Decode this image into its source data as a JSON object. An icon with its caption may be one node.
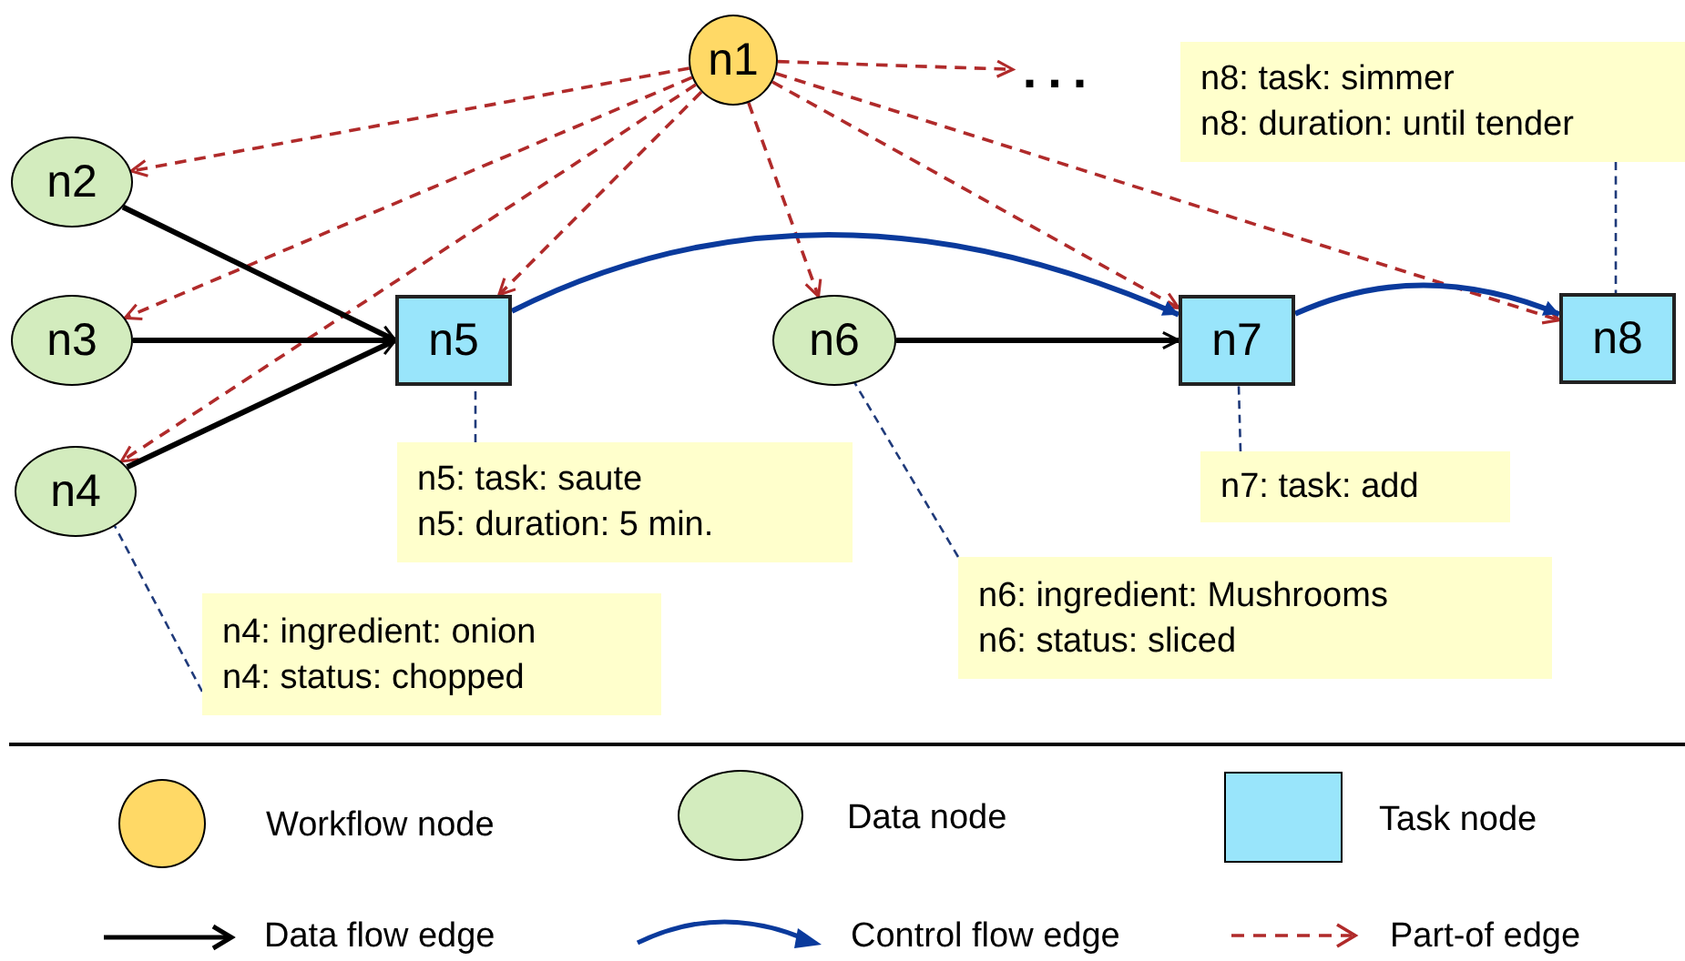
{
  "diagram": {
    "nodes": [
      {
        "text": [
          "n1"
        ]
      },
      {
        "text": [
          "n2"
        ]
      },
      {
        "text": [
          "n3"
        ]
      },
      {
        "text": [
          "n4"
        ]
      },
      {
        "text": [
          "n5"
        ]
      },
      {
        "text": [
          "n6"
        ]
      },
      {
        "text": [
          "n7"
        ]
      },
      {
        "text": [
          "n8"
        ]
      },
      {
        "text": [
          "..."
        ]
      },
      {
        "text": [
          "n8: task: simmer",
          "n8: duration: until tender"
        ]
      },
      {
        "text": [
          "n5: task: saute",
          "n5: duration: 5 min."
        ]
      },
      {
        "text": [
          "n7: task: add"
        ]
      },
      {
        "text": [
          "n4: ingredient: onion",
          "n4: status: chopped"
        ]
      },
      {
        "text": [
          "n6: ingredient: Mushrooms",
          "n6: status: sliced"
        ]
      }
    ],
    "edges": [
      {
        "from": 0,
        "to": 8,
        "arrow": "to",
        "style": "dashed"
      },
      {
        "from": 0,
        "to": 1,
        "arrow": "to",
        "style": "dashed"
      },
      {
        "from": 0,
        "to": 2,
        "arrow": "to",
        "style": "dashed"
      },
      {
        "from": 0,
        "to": 3,
        "arrow": "to",
        "style": "dashed"
      },
      {
        "from": 0,
        "to": 4,
        "arrow": "to",
        "style": "dashed"
      },
      {
        "from": 0,
        "to": 5,
        "arrow": "to",
        "style": "dashed"
      },
      {
        "from": 0,
        "to": 6,
        "arrow": "to",
        "style": "dashed"
      },
      {
        "from": 0,
        "to": 7,
        "arrow": "to",
        "style": "dashed"
      },
      {
        "from": 1,
        "to": 4,
        "arrow": "to",
        "color": "#000000"
      },
      {
        "from": 2,
        "to": 4,
        "arrow": "to",
        "color": "#000000"
      },
      {
        "from": 3,
        "to": 4,
        "arrow": "to",
        "color": "#000000"
      },
      {
        "from": 4,
        "to": 6,
        "arrow": "to",
        "color": "#0a3a9c"
      },
      {
        "from": 5,
        "to": 6,
        "arrow": "to",
        "color": "#000000"
      },
      {
        "from": 6,
        "to": 7,
        "arrow": "to",
        "color": "#0a3a9c"
      },
      {
        "from": 9,
        "to": 7,
        "arrow": "none",
        "style": "dashed",
        "color": "#1f3a7a"
      },
      {
        "from": 10,
        "to": 4,
        "arrow": "none",
        "style": "dashed",
        "color": "#1f3a7a"
      },
      {
        "from": 11,
        "to": 6,
        "arrow": "none",
        "style": "dashed",
        "color": "#1f3a7a"
      },
      {
        "from": 12,
        "to": 3,
        "arrow": "none",
        "style": "dashed",
        "color": "#1f3a7a"
      },
      {
        "from": 13,
        "to": 5,
        "arrow": "none",
        "style": "dashed",
        "color": "#1f3a7a"
      }
    ],
    "legend": [
      {
        "text": "Workflow node",
        "color": "#ffd966"
      },
      {
        "text": "Data node",
        "color": "#d3ecbe"
      },
      {
        "text": "Task node",
        "color": "#99e5fb"
      },
      {
        "text": "Data flow edge"
      },
      {
        "text": "Control flow edge"
      },
      {
        "text": "Part-of edge"
      }
    ]
  }
}
